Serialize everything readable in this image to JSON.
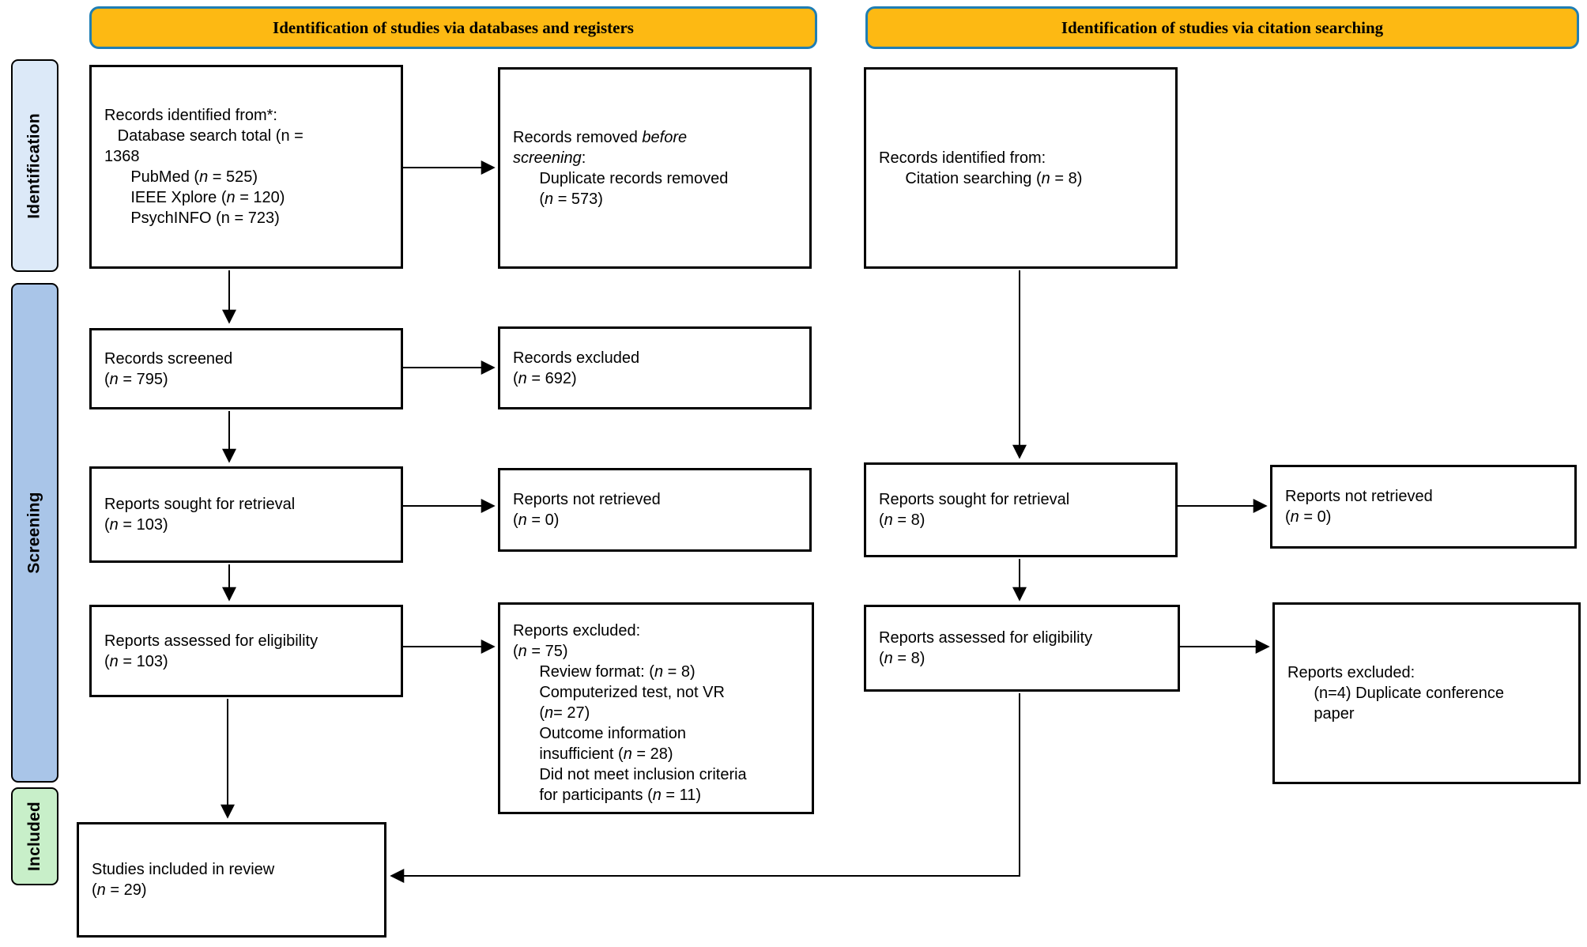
{
  "banners": {
    "left": "Identification of studies via databases and registers",
    "right": "Identification of studies via citation searching"
  },
  "sidebar": {
    "identification": "Identification",
    "screening": "Screening",
    "included": "Included"
  },
  "colors": {
    "banner_fill": "#FDB913",
    "banner_border": "#1F7EB4",
    "identification_fill": "#DCE9F8",
    "screening_fill": "#A9C5E8",
    "included_fill": "#C8EFC9",
    "box_border": "#000000"
  },
  "boxes": {
    "records_identified_databases": "Records identified from*:\n   Database search total (n =\n1368\n      PubMed (<i>n</i> = 525)\n      IEEE Xplore (<i>n</i> = 120)\n      PsychINFO (n = 723)",
    "records_removed_before_screening": "Records removed <i>before</i>\n<i>screening</i>:\n      Duplicate records removed\n      (<i>n</i> = 573)",
    "records_identified_citation": "Records identified from:\n      Citation searching (<i>n</i> = 8)",
    "records_screened": "Records screened\n(<i>n</i> = 795)",
    "records_excluded": "Records excluded\n(<i>n</i> = 692)",
    "reports_sought_databases": "Reports sought for retrieval\n(<i>n</i> = 103)",
    "reports_not_retrieved_databases": "Reports not retrieved\n(<i>n</i> = 0)",
    "reports_sought_citation": "Reports sought for retrieval\n(<i>n</i> = 8)",
    "reports_not_retrieved_citation": "Reports not retrieved\n(<i>n</i> = 0)",
    "reports_assessed_databases": "Reports assessed for eligibility\n(<i>n</i> = 103)",
    "reports_excluded_databases": "Reports excluded:\n(<i>n</i> = 75)\n      Review format: (<i>n</i> = 8)\n      Computerized test, not VR\n      (<i>n</i>= 27)\n      Outcome information\n      insufficient (<i>n</i> = 28)\n      Did not meet inclusion criteria\n      for participants (<i>n</i> = 11)",
    "reports_assessed_citation": "Reports assessed for eligibility\n(<i>n</i> = 8)",
    "reports_excluded_citation": "Reports excluded:\n      (n=4) Duplicate conference\n      paper",
    "studies_included": "Studies included in review\n(<i>n</i> = 29)"
  }
}
